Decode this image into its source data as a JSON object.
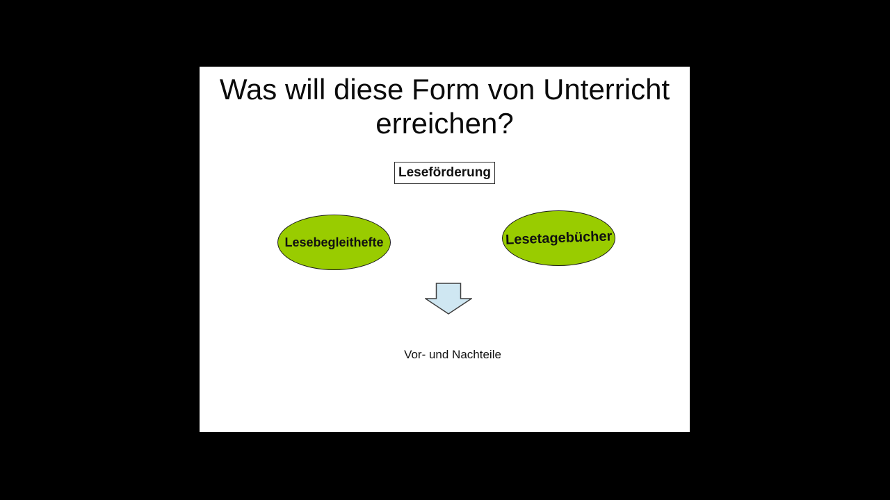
{
  "page": {
    "background": "#000000"
  },
  "slide": {
    "background": "#ffffff",
    "text_color": "#111111",
    "title": "Was will diese Form von Unterricht erreichen?",
    "lesefoerderung_box": {
      "label": "Leseförderung",
      "border_color": "#2e2e2e"
    },
    "ellipses": [
      {
        "label": "Lesebegleithefte",
        "fill": "#99CC00",
        "border": "#1a1a1a"
      },
      {
        "label": "Lesetagebücher",
        "fill": "#99CC00",
        "border": "#1a1a1a"
      }
    ],
    "arrow": {
      "fill": "#CFE7F2",
      "border": "#3f3f3f"
    },
    "bottom_label": "Vor- und Nachteile"
  }
}
